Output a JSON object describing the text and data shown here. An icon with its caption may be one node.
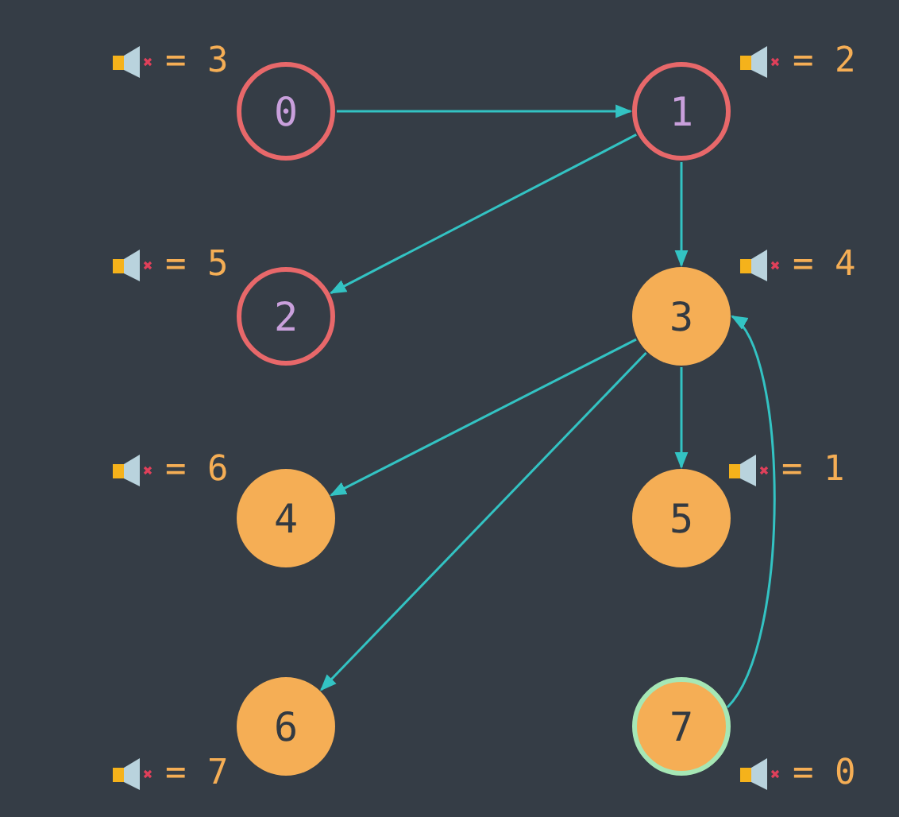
{
  "diagram": {
    "nodes": [
      {
        "text": [
          "0"
        ],
        "beside": [
          "= 3"
        ]
      },
      {
        "text": [
          "1"
        ],
        "beside": [
          "= 2"
        ]
      },
      {
        "text": [
          "2"
        ],
        "beside": [
          "= 5"
        ]
      },
      {
        "text": [
          "3"
        ],
        "beside": [
          "= 4"
        ]
      },
      {
        "text": [
          "4"
        ],
        "beside": [
          "= 6"
        ]
      },
      {
        "text": [
          "5"
        ],
        "beside": [
          "= 1"
        ]
      },
      {
        "text": [
          "6"
        ],
        "beside": [
          "= 7"
        ]
      },
      {
        "text": [
          "7"
        ],
        "beside": [
          "= 0"
        ]
      }
    ],
    "edges": [
      {
        "from": 0,
        "to": 1,
        "arrow": "to"
      },
      {
        "from": 1,
        "to": 2,
        "arrow": "to"
      },
      {
        "from": 1,
        "to": 3,
        "arrow": "to"
      },
      {
        "from": 3,
        "to": 4,
        "arrow": "to"
      },
      {
        "from": 3,
        "to": 5,
        "arrow": "to"
      },
      {
        "from": 3,
        "to": 6,
        "arrow": "to"
      },
      {
        "from": 7,
        "to": 3,
        "arrow": "to"
      }
    ]
  }
}
